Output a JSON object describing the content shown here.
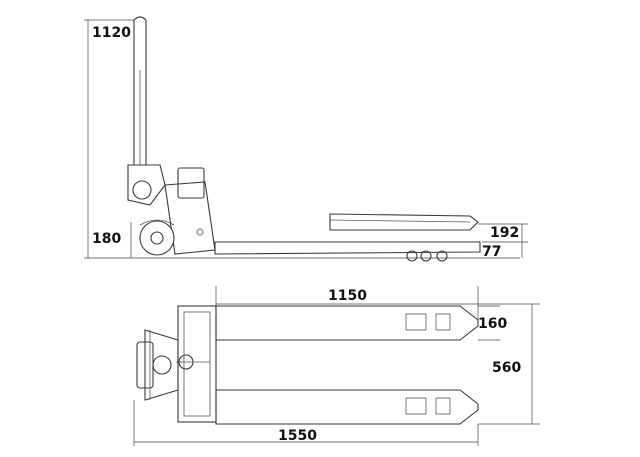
{
  "dimensions": {
    "handle_height": "1120",
    "wheel_height": "180",
    "fork_height_max": "192",
    "fork_height_min": "77",
    "fork_length": "1150",
    "fork_width": "160",
    "overall_width": "560",
    "overall_length": "1550"
  }
}
